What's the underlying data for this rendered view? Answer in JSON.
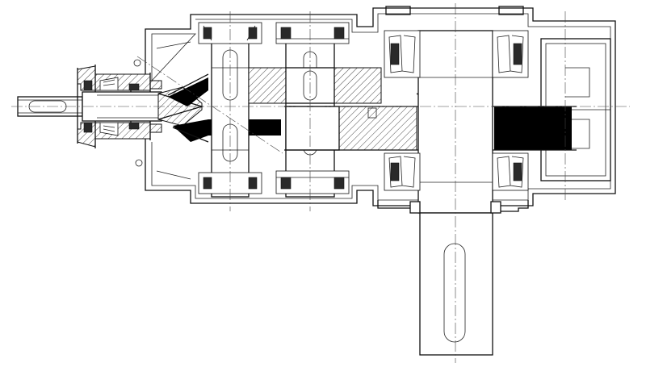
{
  "drawing": {
    "kind": "right-angle bevel-helical gear reducer, sectional view",
    "parts": [
      "input-shaft",
      "pinion-housing",
      "bevel-pinion",
      "bevel-gear",
      "intermediate-shaft-1",
      "intermediate-shaft-2",
      "helical-gear",
      "output-shaft",
      "tapered-roller-bearings",
      "gearbox-housing",
      "center-lines"
    ],
    "colors": {
      "stroke": "#111111",
      "hatch": "#333333",
      "background": "#ffffff"
    }
  }
}
